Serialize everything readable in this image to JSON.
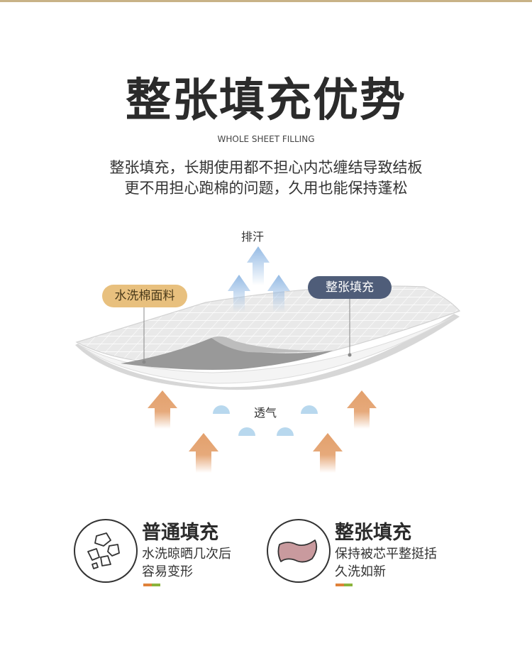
{
  "title": "整张填充优势",
  "subtitle": "WHOLE SHEET FILLING",
  "description": {
    "line1": "整张填充，长期使用都不担心内芯缠结导致结板",
    "line2": "更不用担心跑棉的问题，久用也能保持蓬松"
  },
  "diagram": {
    "top_label": "排汗",
    "bottom_label": "透气",
    "tag_fabric": "水洗棉面料",
    "tag_fill": "整张填充",
    "colors": {
      "sweat_arrow": "#8fb7e3",
      "air_arrow": "#e3a06c",
      "bubble": "#b8d8ee",
      "tag_fabric_bg": "#e8c07e",
      "tag_fill_bg": "#4f5d79"
    }
  },
  "compare": [
    {
      "icon": "broken-pieces-icon",
      "title": "普通填充",
      "line1": "水洗晾晒几次后",
      "line2": "容易变形"
    },
    {
      "icon": "whole-sheet-icon",
      "title": "整张填充",
      "line1": "保持被芯平整挺括",
      "line2": "久洗如新"
    }
  ],
  "accent_colors": [
    "#e0823a",
    "#8bb43c"
  ]
}
